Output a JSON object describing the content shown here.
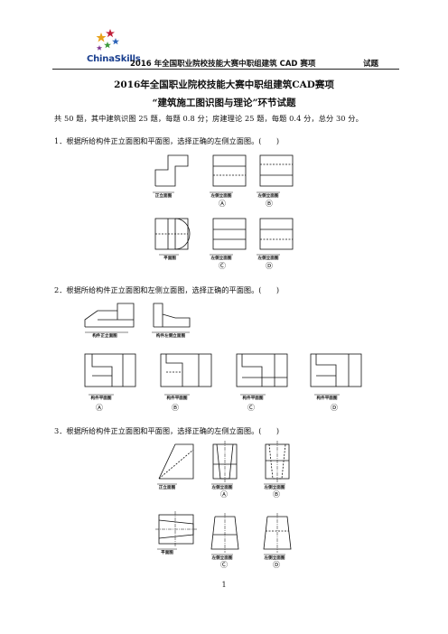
{
  "header": {
    "brand": "ChinaSkills",
    "title": "2016 年全国职业院校技能大赛中职组建筑 CAD 赛项",
    "label": "试题"
  },
  "document": {
    "title": "2016年全国职业院校技能大赛中职组建筑CAD赛项",
    "subtitle": "“建筑施工图识图与理论”环节试题",
    "intro": "共 50 题，其中建筑识图 25 题，每题 0.8 分；房建理论 25 题，每题 0.4 分，总分 30 分。"
  },
  "questions": [
    {
      "text": "1．根据所给构件正立面图和平面图，选择正确的左侧立面图。(　　)",
      "captions": {
        "front": "正立面图",
        "plan": "平面图",
        "left": "左侧立面图"
      },
      "options": [
        "Ⓐ",
        "Ⓑ",
        "Ⓒ",
        "Ⓓ"
      ]
    },
    {
      "text": "2．根据所给构件正立面图和左侧立面图，选择正确的平面图。(　　)",
      "captions": {
        "front": "构件正立面图",
        "left": "构件左侧立面图",
        "plan": "构件平面图"
      },
      "options": [
        "Ⓐ",
        "Ⓑ",
        "Ⓒ",
        "Ⓓ"
      ]
    },
    {
      "text": "3．根据所给构件正立面图和平面图，选择正确的左侧立面图。(　　)",
      "captions": {
        "front": "正立面图",
        "plan": "平面图",
        "left": "左侧立面图"
      },
      "options": [
        "Ⓐ",
        "Ⓑ",
        "Ⓒ",
        "Ⓓ"
      ]
    }
  ],
  "footer": {
    "page_number": "1"
  }
}
